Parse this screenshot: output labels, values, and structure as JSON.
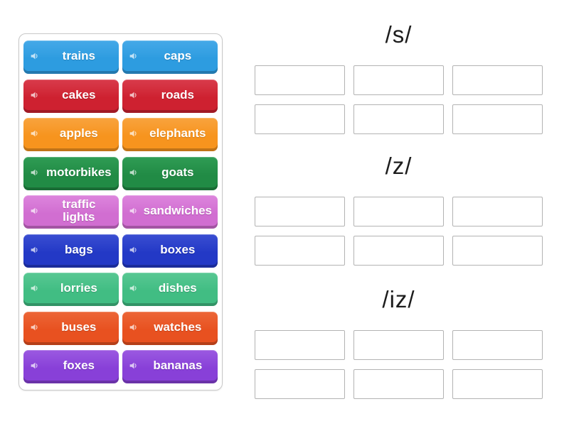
{
  "page": {
    "background": "#ffffff",
    "activity_type": "group-sort"
  },
  "word_bank": {
    "tile_icon": "speaker-icon",
    "text_color": "#ffffff",
    "panel_border_color": "#c9c9c9",
    "tiles": [
      {
        "label": "trains",
        "color": "blue"
      },
      {
        "label": "caps",
        "color": "blue"
      },
      {
        "label": "cakes",
        "color": "red"
      },
      {
        "label": "roads",
        "color": "red"
      },
      {
        "label": "apples",
        "color": "orange"
      },
      {
        "label": "elephants",
        "color": "orange"
      },
      {
        "label": "motorbikes",
        "color": "green"
      },
      {
        "label": "goats",
        "color": "green"
      },
      {
        "label": "traffic lights",
        "color": "orchid"
      },
      {
        "label": "sandwiches",
        "color": "orchid"
      },
      {
        "label": "bags",
        "color": "royal_blue"
      },
      {
        "label": "boxes",
        "color": "royal_blue"
      },
      {
        "label": "lorries",
        "color": "sea_green"
      },
      {
        "label": "dishes",
        "color": "sea_green"
      },
      {
        "label": "buses",
        "color": "orange_red"
      },
      {
        "label": "watches",
        "color": "orange_red"
      },
      {
        "label": "foxes",
        "color": "purple"
      },
      {
        "label": "bananas",
        "color": "purple"
      }
    ],
    "palette": {
      "blue": {
        "light": "#45a9e8",
        "base": "#2d9ce0",
        "dark": "#1b7fc0"
      },
      "red": {
        "light": "#d93c4c",
        "base": "#ce2130",
        "dark": "#a61a27"
      },
      "orange": {
        "light": "#f8a33e",
        "base": "#f7941e",
        "dark": "#d87b0c"
      },
      "green": {
        "light": "#2f9c54",
        "base": "#218b45",
        "dark": "#156e33"
      },
      "orchid": {
        "light": "#dd85dd",
        "base": "#d16ed1",
        "dark": "#b250b2"
      },
      "royal_blue": {
        "light": "#3a4ed2",
        "base": "#2339c6",
        "dark": "#17289d"
      },
      "sea_green": {
        "light": "#58c893",
        "base": "#41bd83",
        "dark": "#2e9a67"
      },
      "orange_red": {
        "light": "#ec6637",
        "base": "#e85120",
        "dark": "#bf3c10"
      },
      "purple": {
        "light": "#9b59e1",
        "base": "#8840d8",
        "dark": "#6c2db5"
      }
    }
  },
  "groups": [
    {
      "label": "/s/",
      "slots": 6
    },
    {
      "label": "/z/",
      "slots": 6
    },
    {
      "label": "/iz/",
      "slots": 6
    }
  ],
  "slot_style": {
    "border_color": "#b3b3b3",
    "fill": "#ffffff",
    "columns": 3,
    "rows": 2
  }
}
